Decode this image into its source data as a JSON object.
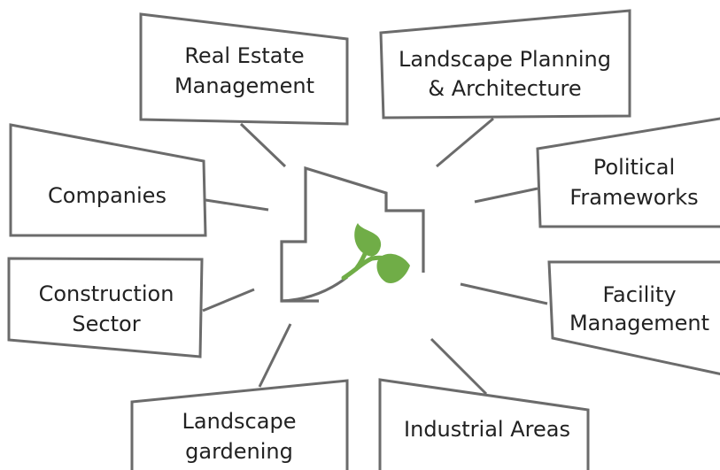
{
  "nodes": {
    "real_estate": {
      "line1": "Real Estate",
      "line2": "Management"
    },
    "landscape_planning": {
      "line1": "Landscape Planning",
      "line2": "& Architecture"
    },
    "political": {
      "line1": "Political",
      "line2": "Frameworks"
    },
    "companies": {
      "line1": "Companies"
    },
    "construction": {
      "line1": "Construction",
      "line2": "Sector"
    },
    "facility": {
      "line1": "Facility",
      "line2": "Management"
    },
    "landscape_gardening": {
      "line1": "Landscape",
      "line2": "gardening"
    },
    "industrial": {
      "line1": "Industrial Areas"
    }
  },
  "colors": {
    "box_stroke": "#6b6b6b",
    "text": "#222222",
    "leaf": "#70ad47",
    "background": "#ffffff"
  },
  "icons": {
    "center": "house-outline-with-sprout-icon"
  }
}
